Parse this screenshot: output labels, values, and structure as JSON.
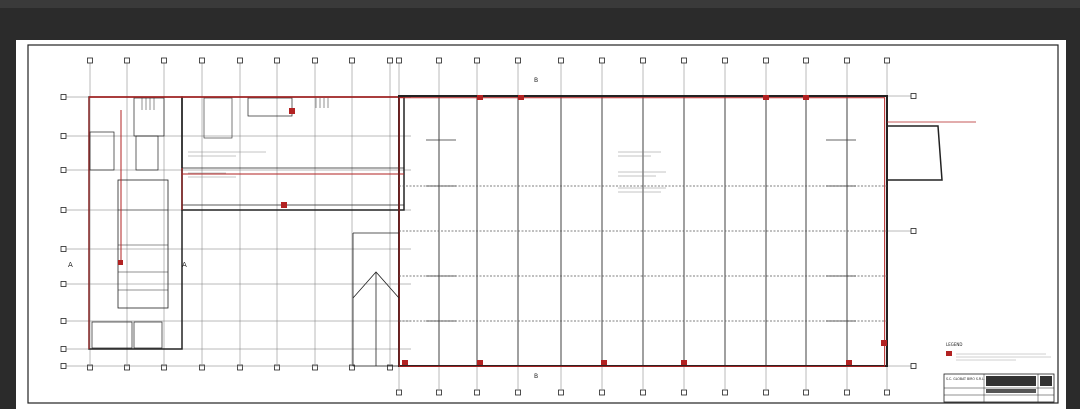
{
  "drawing": {
    "section_marker_left": "A",
    "section_marker_right": "A",
    "section_marker_top": "B",
    "section_marker_bottom": "B",
    "legend_title": "LEGEND",
    "title_block": {
      "company": "S.C. GLOBAT BIRO S.R.L."
    }
  },
  "colors": {
    "background": "#2b2b2b",
    "sheet": "#ffffff",
    "line": "#222222",
    "red": "#b22222",
    "grid": "#666666"
  }
}
